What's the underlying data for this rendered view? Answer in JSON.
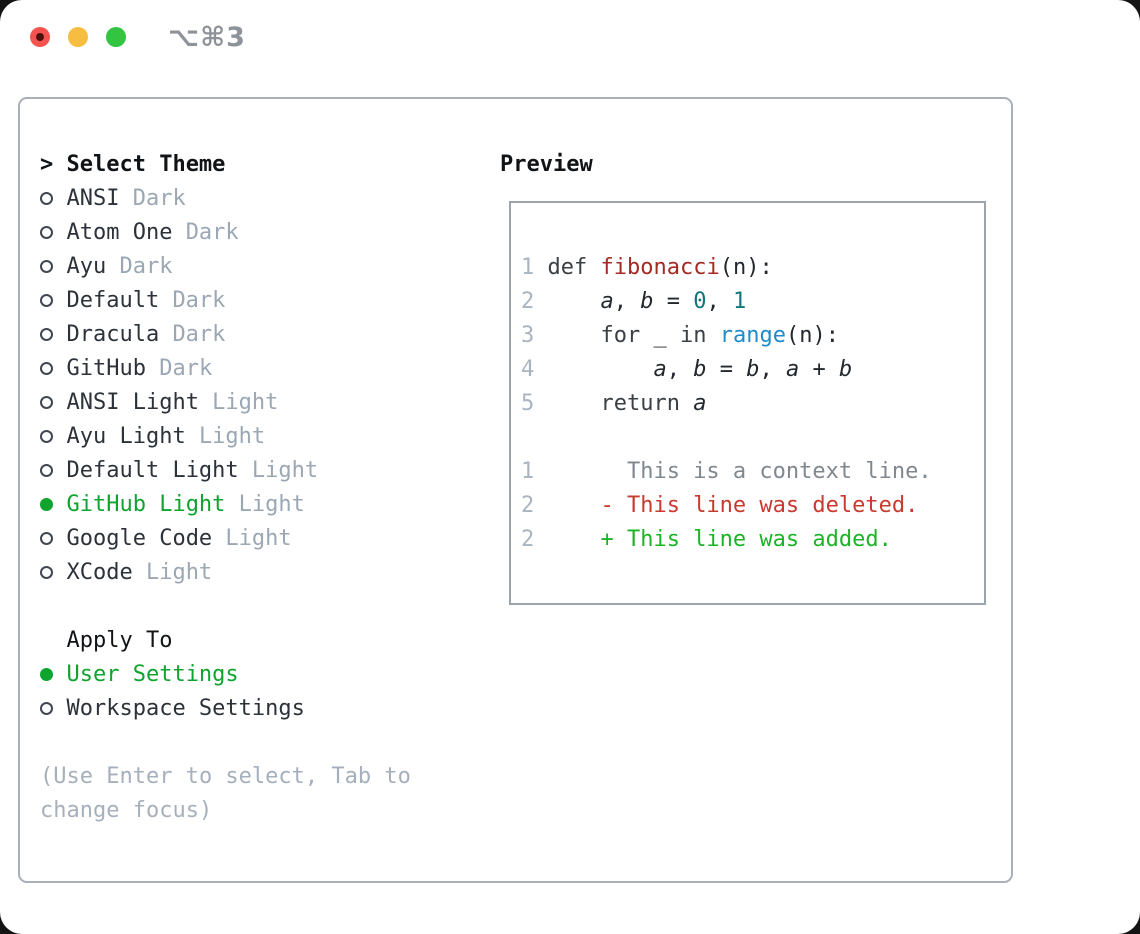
{
  "window": {
    "title": "⌥⌘3",
    "traffic_lights": [
      "close",
      "minimize",
      "zoom"
    ]
  },
  "colors": {
    "accent-green": "#0ea42e",
    "add-green": "#1cb426",
    "del-red": "#c83a2f",
    "ctx-gray": "#80888f",
    "ln-gray": "#a9b4c0",
    "suffix-gray": "#9ca7b4",
    "hint-gray": "#a6b0bc",
    "fn-red": "#a42a24",
    "num-teal": "#11757d",
    "bi-blue": "#1e8bca",
    "panel-border": "#a8b0b9",
    "tl-red": "#f4534f",
    "tl-yellow": "#f7bd40",
    "tl-green": "#33c441"
  },
  "theme_list": {
    "header": {
      "prefix": ">",
      "label": "Select Theme"
    },
    "items": [
      {
        "label": "ANSI",
        "suffix": "Dark",
        "selected": false
      },
      {
        "label": "Atom One",
        "suffix": "Dark",
        "selected": false
      },
      {
        "label": "Ayu",
        "suffix": "Dark",
        "selected": false
      },
      {
        "label": "Default",
        "suffix": "Dark",
        "selected": false
      },
      {
        "label": "Dracula",
        "suffix": "Dark",
        "selected": false
      },
      {
        "label": "GitHub",
        "suffix": "Dark",
        "selected": false
      },
      {
        "label": "ANSI Light",
        "suffix": "Light",
        "selected": false
      },
      {
        "label": "Ayu Light",
        "suffix": "Light",
        "selected": false
      },
      {
        "label": "Default Light",
        "suffix": "Light",
        "selected": false
      },
      {
        "label": "GitHub Light",
        "suffix": "Light",
        "selected": true
      },
      {
        "label": "Google Code",
        "suffix": "Light",
        "selected": false
      },
      {
        "label": "XCode",
        "suffix": "Light",
        "selected": false
      }
    ]
  },
  "apply_to": {
    "header": "Apply To",
    "options": [
      {
        "label": "User Settings",
        "selected": true
      },
      {
        "label": "Workspace Settings",
        "selected": false
      }
    ]
  },
  "hint_lines": [
    "(Use Enter to select, Tab to",
    "change focus)"
  ],
  "preview": {
    "title": "Preview",
    "lines": [
      [
        {
          "t": "1",
          "c": "ln"
        },
        {
          "t": " ",
          "c": "pl"
        },
        {
          "t": "def",
          "c": "kw"
        },
        {
          "t": " ",
          "c": "pl"
        },
        {
          "t": "fibonacci",
          "c": "fn"
        },
        {
          "t": "(n):",
          "c": "pl"
        }
      ],
      [
        {
          "t": "2",
          "c": "ln"
        },
        {
          "t": "     ",
          "c": "pl"
        },
        {
          "t": "a",
          "c": "var"
        },
        {
          "t": ", ",
          "c": "pl"
        },
        {
          "t": "b",
          "c": "var"
        },
        {
          "t": " = ",
          "c": "pl"
        },
        {
          "t": "0",
          "c": "num"
        },
        {
          "t": ", ",
          "c": "pl"
        },
        {
          "t": "1",
          "c": "num"
        }
      ],
      [
        {
          "t": "3",
          "c": "ln"
        },
        {
          "t": "     ",
          "c": "pl"
        },
        {
          "t": "for",
          "c": "kw"
        },
        {
          "t": " _ ",
          "c": "pl"
        },
        {
          "t": "in",
          "c": "kw"
        },
        {
          "t": " ",
          "c": "pl"
        },
        {
          "t": "range",
          "c": "bi"
        },
        {
          "t": "(n):",
          "c": "pl"
        }
      ],
      [
        {
          "t": "4",
          "c": "ln"
        },
        {
          "t": "         ",
          "c": "pl"
        },
        {
          "t": "a",
          "c": "var"
        },
        {
          "t": ", ",
          "c": "pl"
        },
        {
          "t": "b",
          "c": "var"
        },
        {
          "t": " = ",
          "c": "pl"
        },
        {
          "t": "b",
          "c": "var"
        },
        {
          "t": ", ",
          "c": "pl"
        },
        {
          "t": "a",
          "c": "var"
        },
        {
          "t": " + ",
          "c": "pl"
        },
        {
          "t": "b",
          "c": "var"
        }
      ],
      [
        {
          "t": "5",
          "c": "ln"
        },
        {
          "t": "     ",
          "c": "pl"
        },
        {
          "t": "return",
          "c": "kw"
        },
        {
          "t": " ",
          "c": "pl"
        },
        {
          "t": "a",
          "c": "var"
        }
      ],
      [],
      [
        {
          "t": "1",
          "c": "ln"
        },
        {
          "t": "       This is a context line.",
          "c": "ctx"
        }
      ],
      [
        {
          "t": "2",
          "c": "ln"
        },
        {
          "t": "     - This line was deleted.",
          "c": "del"
        }
      ],
      [
        {
          "t": "2",
          "c": "ln"
        },
        {
          "t": "     + This line was added.",
          "c": "add"
        }
      ]
    ]
  }
}
